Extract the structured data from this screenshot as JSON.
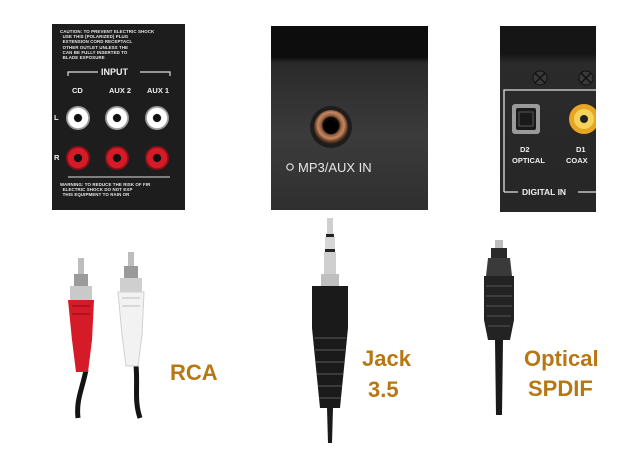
{
  "rear_panel": {
    "caution_text": "CAUTION: TO PREVENT ELECTRIC SHOCK\n  USE THIS (POLARIZED) PLUG\n  EXTENSION CORD RECEPTACL\n  OTHER OUTLET UNLESS THE\n  CAN BE FULLY INSERTED TO\n  BLADE EXPOSURE",
    "input_label": "INPUT",
    "columns": [
      "CD",
      "AUX 2",
      "AUX 1"
    ],
    "row_left": "L",
    "row_right": "R",
    "warning_text": "WARNING: TO REDUCE THE RISK OF FIR\n  ELECTRIC SHOCK DO NOT EXP\n  THIS EQUIPMENT TO RAIN OR"
  },
  "aux_panel": {
    "label": "MP3/AUX IN"
  },
  "digital_panel": {
    "d2_label": "D2",
    "d2_sub": "OPTICAL",
    "d1_label": "D1",
    "d1_sub": "COAX",
    "footer": "DIGITAL IN"
  },
  "captions": {
    "rca": "RCA",
    "jack_line1": "Jack",
    "jack_line2": "3.5",
    "optical_line1": "Optical",
    "optical_line2": "SPDIF"
  },
  "colors": {
    "caption": "#b77814",
    "rca_red": "#d61b28",
    "rca_white": "#f2f2f2",
    "coax_gold": "#e6a623"
  }
}
